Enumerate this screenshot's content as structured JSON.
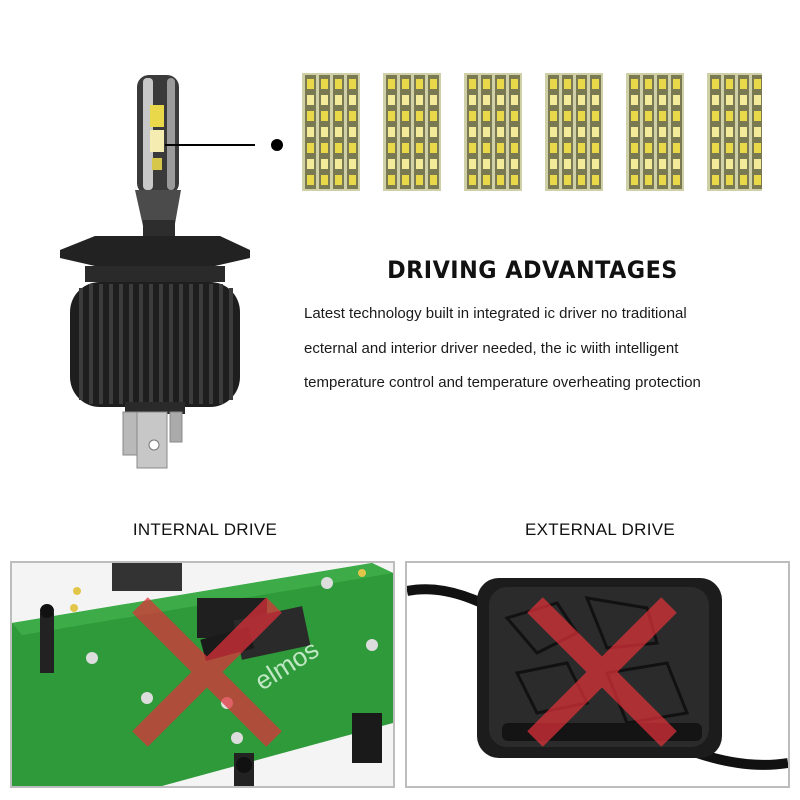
{
  "headline": "DRIVING ADVANTAGES",
  "description_lines": [
    "Latest technology built in integrated ic driver no traditional",
    "ecternal and interior driver needed, the ic wiith intelligent",
    "temperature control and temperature overheating protection"
  ],
  "captions": {
    "internal": "INTERNAL DRIVE",
    "external": "EXTERNAL DRIVE"
  },
  "board_silkscreen": "elmos",
  "colors": {
    "cross": "#e0323a",
    "pcb": "#2e9a3a",
    "led_chip": "#e8d84a",
    "bulb_body": "#2a2a2a"
  },
  "icons": [
    "led-bulb",
    "led-chip-strip",
    "pcb-board",
    "external-driver-box",
    "cross-mark"
  ]
}
